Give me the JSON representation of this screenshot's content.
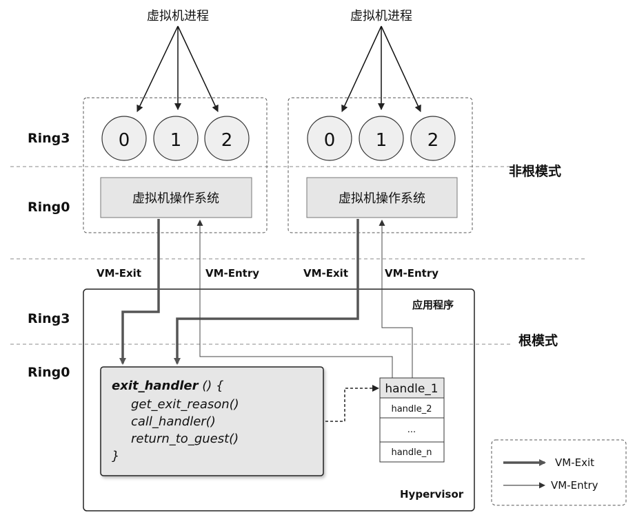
{
  "labels": {
    "vm_process": "虚拟机进程",
    "ring3": "Ring3",
    "ring0": "Ring0",
    "non_root_mode": "非根模式",
    "root_mode": "根模式",
    "guest_os": "虚拟机操作系统",
    "vm_exit": "VM-Exit",
    "vm_entry": "VM-Entry",
    "application": "应用程序",
    "hypervisor": "Hypervisor"
  },
  "ring_circles": [
    "0",
    "1",
    "2"
  ],
  "exit_handler": {
    "name": "exit_handler",
    "signature": " () {",
    "lines": [
      "get_exit_reason()",
      "call_handler()",
      "return_to_guest()"
    ],
    "close": "}"
  },
  "handle_table": [
    "handle_1",
    "handle_2",
    "...",
    "handle_n"
  ],
  "legend": {
    "exit": "VM-Exit",
    "entry": "VM-Entry"
  },
  "colors": {
    "box_fill": "#e6e6e6",
    "circle_fill": "#efefef",
    "line_dark": "#555555",
    "line_thin": "#444444",
    "dashed": "#888888"
  }
}
